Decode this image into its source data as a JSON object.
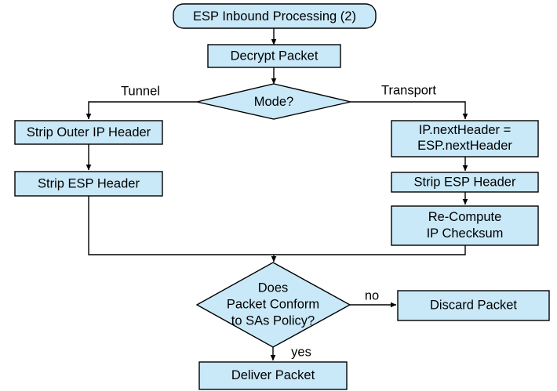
{
  "diagram": {
    "title": "ESP Inbound Processing (2)",
    "type": "flowchart",
    "colors": {
      "node_fill": "#c9e8f8",
      "node_stroke": "#000000",
      "background": "#ffffff",
      "text": "#000000"
    },
    "nodes": {
      "start": {
        "label": "ESP Inbound Processing (2)",
        "shape": "rounded-rectangle"
      },
      "decrypt": {
        "label": "Decrypt Packet",
        "shape": "rectangle"
      },
      "mode": {
        "label": "Mode?",
        "shape": "diamond"
      },
      "strip_outer_ip": {
        "label": "Strip Outer IP Header",
        "shape": "rectangle"
      },
      "strip_esp_left": {
        "label": "Strip ESP Header",
        "shape": "rectangle"
      },
      "next_header": {
        "line1": "IP.nextHeader =",
        "line2": "ESP.nextHeader",
        "shape": "rectangle"
      },
      "strip_esp_right": {
        "label": "Strip ESP Header",
        "shape": "rectangle"
      },
      "recompute": {
        "line1": "Re-Compute",
        "line2": "IP Checksum",
        "shape": "rectangle"
      },
      "conform": {
        "line1": "Does",
        "line2": "Packet Conform",
        "line3": "to SAs Policy?",
        "shape": "diamond"
      },
      "discard": {
        "label": "Discard Packet",
        "shape": "rectangle"
      },
      "deliver": {
        "label": "Deliver Packet",
        "shape": "rectangle"
      }
    },
    "edge_labels": {
      "tunnel": "Tunnel",
      "transport": "Transport",
      "no": "no",
      "yes": "yes"
    }
  }
}
